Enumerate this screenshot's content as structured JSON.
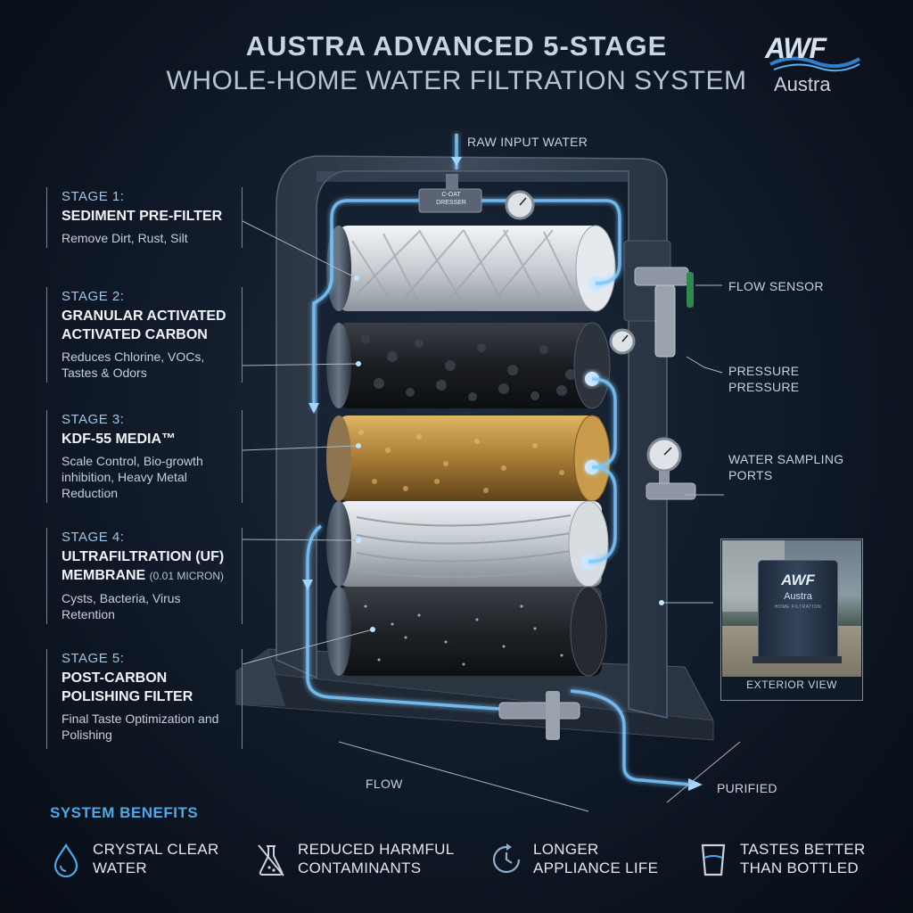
{
  "header": {
    "title_line1": "AUSTRA ADVANCED 5-STAGE",
    "title_line2": "WHOLE-HOME WATER FILTRATION SYSTEM"
  },
  "logo": {
    "mark": "AWF",
    "name": "Austra"
  },
  "labels": {
    "raw_input": "RAW INPUT WATER",
    "valve_tag_line1": "C-OAT",
    "valve_tag_line2": "DRESSER",
    "flow_sensor": "FLOW SENSOR",
    "pressure_line1": "PRESSURE",
    "pressure_line2": "PRESSURE",
    "sampling_line1": "WATER SAMPLING",
    "sampling_line2": "PORTS",
    "flow": "FLOW",
    "purified": "PURIFIED"
  },
  "stages": [
    {
      "label": "STAGE 1:",
      "name": "SEDIMENT PRE-FILTER",
      "desc": "Remove Dirt, Rust, Silt"
    },
    {
      "label": "STAGE 2:",
      "name": "GRANULAR ACTIVATED ACTIVATED CARBON",
      "desc": "Reduces Chlorine, VOCs, Tastes & Odors"
    },
    {
      "label": "STAGE 3:",
      "name": "KDF-55 MEDIA™",
      "desc": "Scale Control, Bio-growth inhibition, Heavy Metal Reduction"
    },
    {
      "label": "STAGE 4:",
      "name": "ULTRAFILTRATION (UF) MEMBRANE",
      "name_suffix": "(0.01 MICRON)",
      "desc": "Cysts, Bacteria, Virus Retention"
    },
    {
      "label": "STAGE 5:",
      "name": "POST-CARBON POLISHING FILTER",
      "desc": "Final Taste Optimization and Polishing"
    }
  ],
  "exterior": {
    "caption": "EXTERIOR VIEW",
    "unit_mark": "AWF",
    "unit_name": "Austra",
    "unit_sub": "HOME FILTRATION"
  },
  "benefits": {
    "title": "SYSTEM BENEFITS",
    "items": [
      {
        "line1": "CRYSTAL CLEAR",
        "line2": "WATER",
        "icon": "water-drop-icon"
      },
      {
        "line1": "REDUCED HARMFUL",
        "line2": "CONTAMINANTS",
        "icon": "flask-icon"
      },
      {
        "line1": "LONGER",
        "line2": "APPLIANCE LIFE",
        "icon": "clock-icon"
      },
      {
        "line1": "TASTES BETTER",
        "line2": "THAN BOTTLED",
        "icon": "glass-icon"
      }
    ]
  },
  "colors": {
    "accent_blue": "#4fa8e6",
    "water_glow": "#7cc8ff",
    "housing": "#3a4656",
    "stage1_media": "#d8dde2",
    "stage2_media": "#1c1f24",
    "stage3_media": "#a77b34",
    "stage4_media": "#c9d0d6",
    "stage5_media": "#23272c"
  }
}
